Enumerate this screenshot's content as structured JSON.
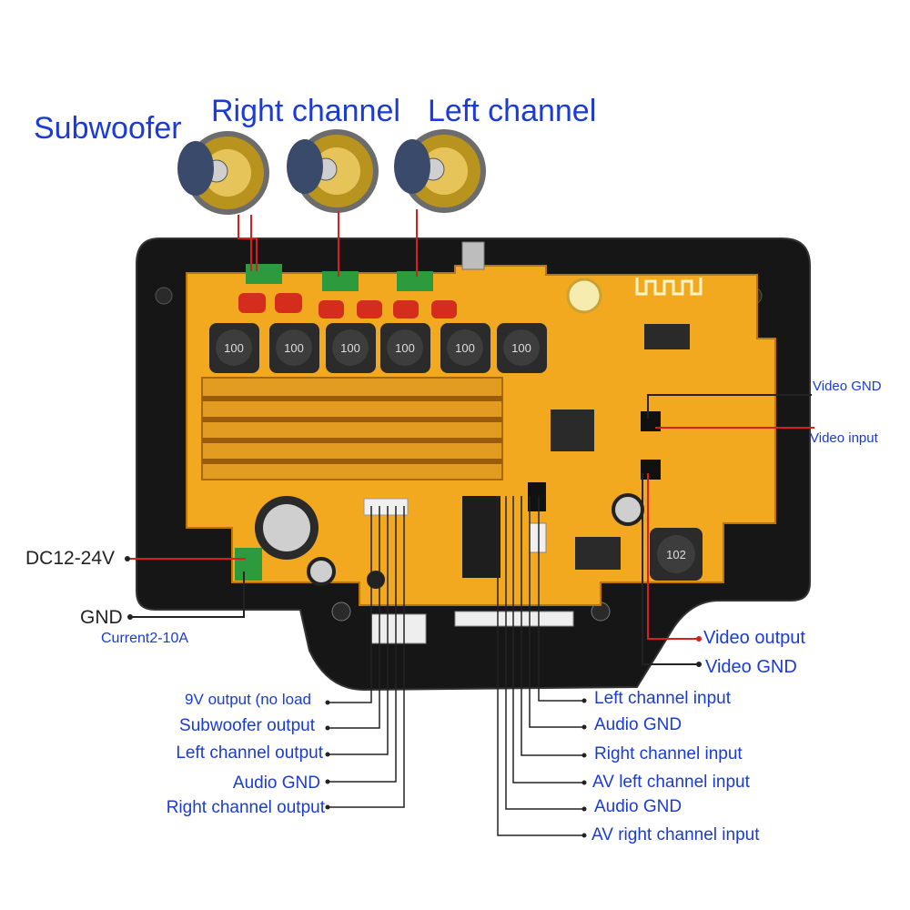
{
  "titles": {
    "subwoofer": "Subwoofer",
    "right_channel": "Right channel",
    "left_channel": "Left channel"
  },
  "power": {
    "dc": "DC12-24V",
    "gnd": "GND",
    "current": "Current2-10A"
  },
  "right_side": {
    "video_gnd_top": "Video GND",
    "video_input": "Video input",
    "video_output": "Video output",
    "video_gnd_bottom": "Video GND"
  },
  "bottom_left": [
    "9V output (no load",
    "Subwoofer output",
    "Left channel output",
    "Audio GND",
    "Right channel output"
  ],
  "bottom_right": [
    "Left channel input",
    "Audio GND",
    "Right channel input",
    "AV left channel input",
    "Audio GND",
    "AV right channel input"
  ],
  "board": {
    "inductor_marks": [
      "100",
      "100",
      "100",
      "100",
      "100",
      "100",
      "102"
    ]
  },
  "colors": {
    "label_blue": "#1a3bd6",
    "pcb_yellow": "#f2a81f",
    "heatsink": "#e39c22",
    "frame": "#161616",
    "wire_red": "#d81e1e",
    "terminal_green": "#2e9a3e"
  }
}
